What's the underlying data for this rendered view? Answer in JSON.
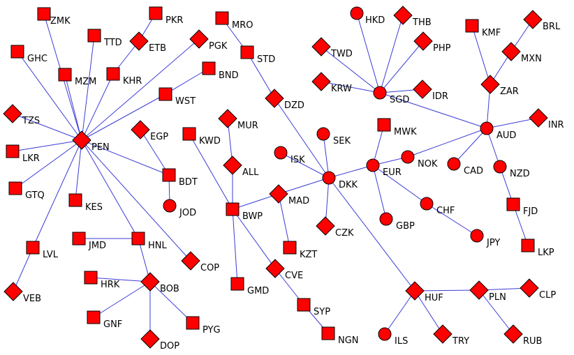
{
  "colors": {
    "node_fill": "#ff0000",
    "node_stroke": "#000000",
    "edge": "#3b3bd6",
    "background": "#ffffff",
    "label": "#000000"
  },
  "nodes": [
    {
      "id": "ZMK",
      "shape": "square"
    },
    {
      "id": "PKR",
      "shape": "square"
    },
    {
      "id": "MRO",
      "shape": "square"
    },
    {
      "id": "HKD",
      "shape": "circle"
    },
    {
      "id": "THB",
      "shape": "diamond"
    },
    {
      "id": "KMF",
      "shape": "square"
    },
    {
      "id": "BRL",
      "shape": "diamond"
    },
    {
      "id": "TTD",
      "shape": "square"
    },
    {
      "id": "ETB",
      "shape": "diamond"
    },
    {
      "id": "PGK",
      "shape": "diamond"
    },
    {
      "id": "STD",
      "shape": "square"
    },
    {
      "id": "TWD",
      "shape": "diamond"
    },
    {
      "id": "PHP",
      "shape": "diamond"
    },
    {
      "id": "MXN",
      "shape": "diamond"
    },
    {
      "id": "GHC",
      "shape": "square"
    },
    {
      "id": "MZM",
      "shape": "square"
    },
    {
      "id": "KHR",
      "shape": "square"
    },
    {
      "id": "BND",
      "shape": "square"
    },
    {
      "id": "KRW",
      "shape": "diamond"
    },
    {
      "id": "SGD",
      "shape": "circle"
    },
    {
      "id": "IDR",
      "shape": "diamond"
    },
    {
      "id": "ZAR",
      "shape": "diamond"
    },
    {
      "id": "WST",
      "shape": "square"
    },
    {
      "id": "DZD",
      "shape": "diamond"
    },
    {
      "id": "TZS",
      "shape": "diamond"
    },
    {
      "id": "MUR",
      "shape": "diamond"
    },
    {
      "id": "MWK",
      "shape": "square"
    },
    {
      "id": "INR",
      "shape": "diamond"
    },
    {
      "id": "AUD",
      "shape": "circle"
    },
    {
      "id": "EGP",
      "shape": "diamond"
    },
    {
      "id": "KWD",
      "shape": "square"
    },
    {
      "id": "SEK",
      "shape": "circle"
    },
    {
      "id": "PEN",
      "shape": "diamond"
    },
    {
      "id": "LKR",
      "shape": "square"
    },
    {
      "id": "ISK",
      "shape": "circle"
    },
    {
      "id": "NOK",
      "shape": "circle"
    },
    {
      "id": "ALL",
      "shape": "diamond"
    },
    {
      "id": "DKK",
      "shape": "circle"
    },
    {
      "id": "EUR",
      "shape": "circle"
    },
    {
      "id": "CAD",
      "shape": "circle"
    },
    {
      "id": "NZD",
      "shape": "circle"
    },
    {
      "id": "BDT",
      "shape": "square"
    },
    {
      "id": "GTQ",
      "shape": "square"
    },
    {
      "id": "MAD",
      "shape": "diamond"
    },
    {
      "id": "KES",
      "shape": "square"
    },
    {
      "id": "JOD",
      "shape": "circle"
    },
    {
      "id": "CHF",
      "shape": "circle"
    },
    {
      "id": "FJD",
      "shape": "square"
    },
    {
      "id": "BWP",
      "shape": "square"
    },
    {
      "id": "GBP",
      "shape": "circle"
    },
    {
      "id": "CZK",
      "shape": "diamond"
    },
    {
      "id": "JPY",
      "shape": "circle"
    },
    {
      "id": "JMD",
      "shape": "square"
    },
    {
      "id": "HNL",
      "shape": "square"
    },
    {
      "id": "LVL",
      "shape": "square"
    },
    {
      "id": "KZT",
      "shape": "square"
    },
    {
      "id": "LKP",
      "shape": "square"
    },
    {
      "id": "COP",
      "shape": "diamond"
    },
    {
      "id": "CVE",
      "shape": "diamond"
    },
    {
      "id": "HRK",
      "shape": "square"
    },
    {
      "id": "BOB",
      "shape": "diamond"
    },
    {
      "id": "VEB",
      "shape": "diamond"
    },
    {
      "id": "GMD",
      "shape": "square"
    },
    {
      "id": "HUF",
      "shape": "diamond"
    },
    {
      "id": "PLN",
      "shape": "diamond"
    },
    {
      "id": "CLP",
      "shape": "diamond"
    },
    {
      "id": "SYP",
      "shape": "square"
    },
    {
      "id": "GNF",
      "shape": "square"
    },
    {
      "id": "PYG",
      "shape": "square"
    },
    {
      "id": "NGN",
      "shape": "square"
    },
    {
      "id": "DOP",
      "shape": "diamond"
    },
    {
      "id": "ILS",
      "shape": "circle"
    },
    {
      "id": "TRY",
      "shape": "diamond"
    },
    {
      "id": "RUB",
      "shape": "diamond"
    }
  ],
  "edges": [
    [
      "PEN",
      "ZMK"
    ],
    [
      "PEN",
      "GHC"
    ],
    [
      "PEN",
      "MZM"
    ],
    [
      "PEN",
      "TTD"
    ],
    [
      "PEN",
      "KHR"
    ],
    [
      "PEN",
      "PGK"
    ],
    [
      "PEN",
      "WST"
    ],
    [
      "PEN",
      "TZS"
    ],
    [
      "PEN",
      "LKR"
    ],
    [
      "PEN",
      "GTQ"
    ],
    [
      "PEN",
      "KES"
    ],
    [
      "PEN",
      "LVL"
    ],
    [
      "PEN",
      "HNL"
    ],
    [
      "PEN",
      "COP"
    ],
    [
      "PEN",
      "BDT"
    ],
    [
      "LVL",
      "VEB"
    ],
    [
      "KHR",
      "ETB"
    ],
    [
      "ETB",
      "PKR"
    ],
    [
      "WST",
      "BND"
    ],
    [
      "HNL",
      "JMD"
    ],
    [
      "HNL",
      "BOB"
    ],
    [
      "BOB",
      "HRK"
    ],
    [
      "BOB",
      "GNF"
    ],
    [
      "BOB",
      "DOP"
    ],
    [
      "BOB",
      "PYG"
    ],
    [
      "BDT",
      "EGP"
    ],
    [
      "BDT",
      "JOD"
    ],
    [
      "BWP",
      "KWD"
    ],
    [
      "BWP",
      "ALL"
    ],
    [
      "ALL",
      "MUR"
    ],
    [
      "BWP",
      "GMD"
    ],
    [
      "BWP",
      "CVE"
    ],
    [
      "BWP",
      "MAD"
    ],
    [
      "CVE",
      "SYP"
    ],
    [
      "SYP",
      "NGN"
    ],
    [
      "MAD",
      "KZT"
    ],
    [
      "MAD",
      "DKK"
    ],
    [
      "DKK",
      "ISK"
    ],
    [
      "DKK",
      "SEK"
    ],
    [
      "DKK",
      "CZK"
    ],
    [
      "DKK",
      "DZD"
    ],
    [
      "DZD",
      "STD"
    ],
    [
      "STD",
      "MRO"
    ],
    [
      "DKK",
      "EUR"
    ],
    [
      "DKK",
      "HUF"
    ],
    [
      "EUR",
      "MWK"
    ],
    [
      "EUR",
      "GBP"
    ],
    [
      "EUR",
      "CHF"
    ],
    [
      "CHF",
      "JPY"
    ],
    [
      "EUR",
      "NOK"
    ],
    [
      "NOK",
      "AUD"
    ],
    [
      "AUD",
      "SGD"
    ],
    [
      "AUD",
      "ZAR"
    ],
    [
      "AUD",
      "INR"
    ],
    [
      "AUD",
      "CAD"
    ],
    [
      "AUD",
      "NZD"
    ],
    [
      "NZD",
      "FJD"
    ],
    [
      "FJD",
      "LKP"
    ],
    [
      "ZAR",
      "KMF"
    ],
    [
      "ZAR",
      "MXN"
    ],
    [
      "MXN",
      "BRL"
    ],
    [
      "SGD",
      "HKD"
    ],
    [
      "SGD",
      "THB"
    ],
    [
      "SGD",
      "TWD"
    ],
    [
      "SGD",
      "PHP"
    ],
    [
      "SGD",
      "KRW"
    ],
    [
      "SGD",
      "IDR"
    ],
    [
      "HUF",
      "ILS"
    ],
    [
      "HUF",
      "TRY"
    ],
    [
      "HUF",
      "PLN"
    ],
    [
      "PLN",
      "CLP"
    ],
    [
      "PLN",
      "RUB"
    ]
  ]
}
